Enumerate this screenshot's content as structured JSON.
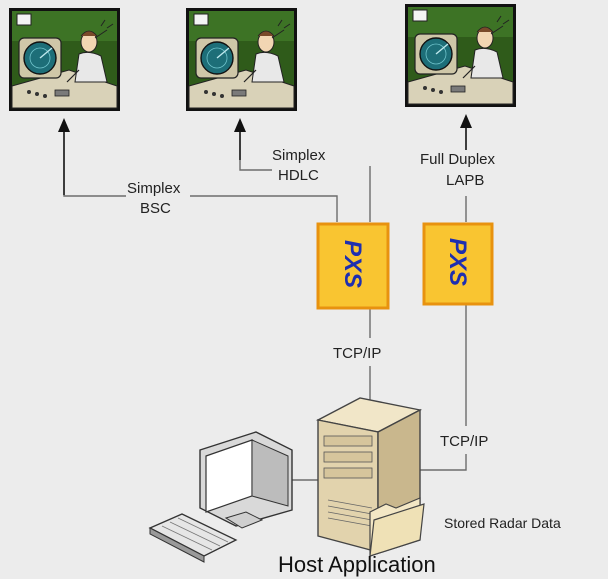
{
  "consoles": [
    {
      "id": "console-1"
    },
    {
      "id": "console-2"
    },
    {
      "id": "console-3"
    }
  ],
  "links": {
    "left": {
      "line1": "Simplex",
      "line2": "BSC"
    },
    "middle": {
      "line1": "Simplex",
      "line2": "HDLC"
    },
    "right": {
      "line1": "Full Duplex",
      "line2": "LAPB"
    }
  },
  "gateways": {
    "left": {
      "label": "PXS"
    },
    "right": {
      "label": "PXS"
    }
  },
  "tcp_ip": {
    "left": "TCP/IP",
    "right": "TCP/IP"
  },
  "host": {
    "label": "Host Application",
    "storage_label": "Stored Radar Data"
  },
  "colors": {
    "pxs_fill": "#f9c531",
    "pxs_border": "#e8920f",
    "pxs_text": "#1e2fb0",
    "console_bg": "#2f5b1a",
    "wire": "#6d6d6d"
  },
  "icons": [
    "radar-console-icon",
    "pxs-gateway-icon",
    "server-icon",
    "workstation-icon",
    "keyboard-icon",
    "folder-icon",
    "arrow-up-icon"
  ]
}
